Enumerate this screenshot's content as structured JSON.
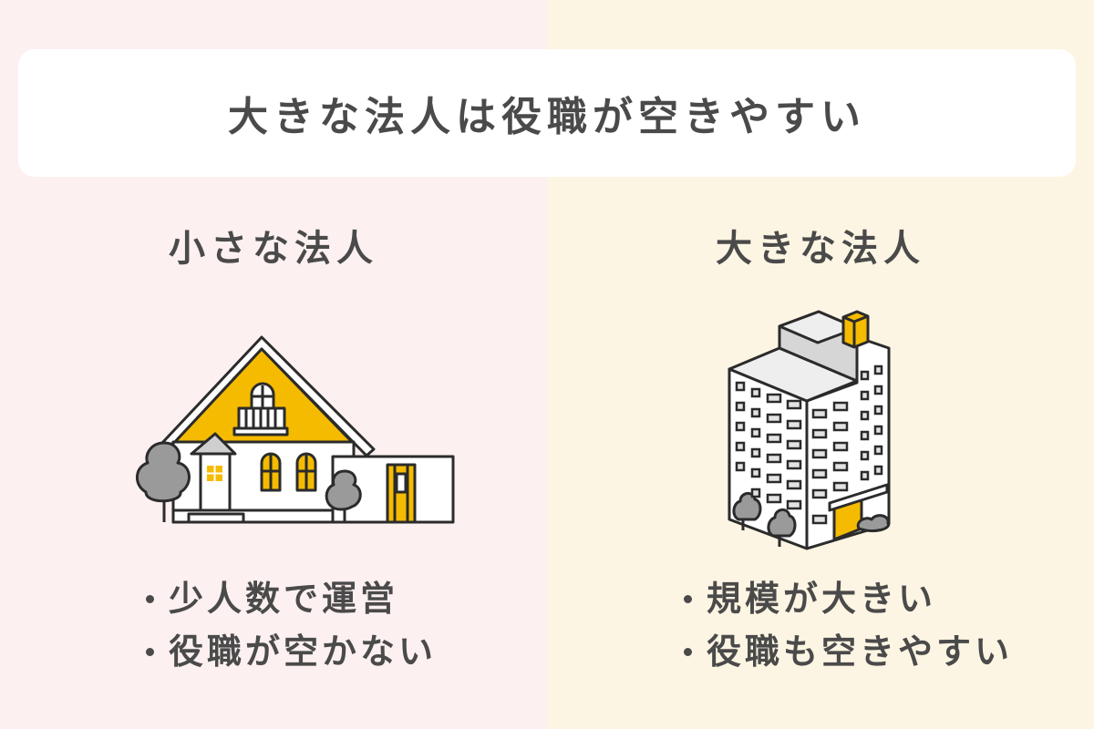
{
  "colors": {
    "bg_left": "#fdf0f0",
    "bg_right": "#fdf5e3",
    "card": "#ffffff",
    "text": "#4a4a4a",
    "accent_yellow": "#f5bb00",
    "outline": "#2b2b2b",
    "tree_gray": "#9a9a9a",
    "window_gray": "#e3e3e3"
  },
  "title": "大きな法人は役職が空きやすい",
  "left": {
    "heading": "小さな法人",
    "illustration": "house-illustration",
    "bullets": [
      "少人数で運営",
      "役職が空かない"
    ]
  },
  "right": {
    "heading": "大きな法人",
    "illustration": "office-building-illustration",
    "bullets": [
      "規模が大きい",
      "役職も空きやすい"
    ]
  }
}
